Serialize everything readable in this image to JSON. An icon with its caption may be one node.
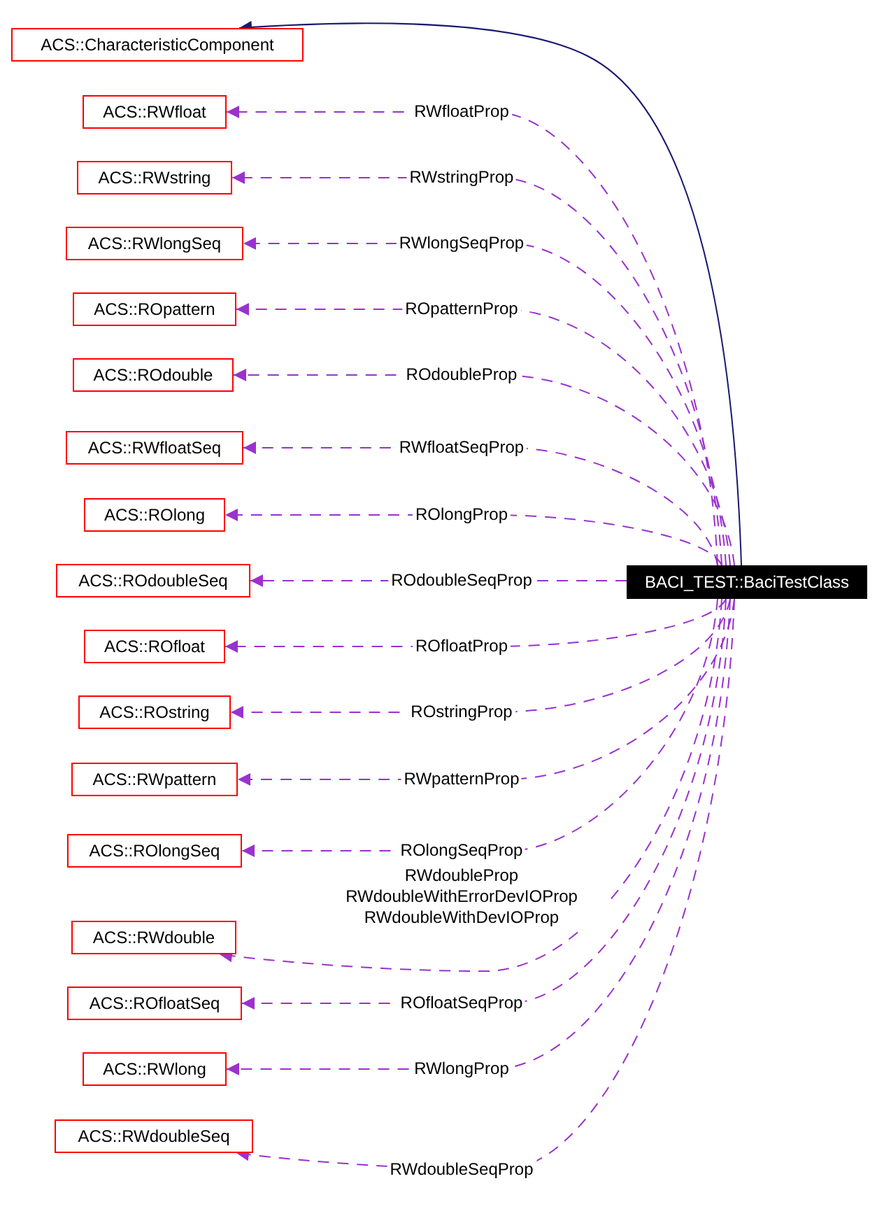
{
  "diagram": {
    "nodes": [
      {
        "text": [
          "ACS::CharacteristicComponent"
        ]
      },
      {
        "text": [
          "ACS::RWfloat"
        ]
      },
      {
        "text": [
          "ACS::RWstring"
        ]
      },
      {
        "text": [
          "ACS::RWlongSeq"
        ]
      },
      {
        "text": [
          "ACS::ROpattern"
        ]
      },
      {
        "text": [
          "ACS::ROdouble"
        ]
      },
      {
        "text": [
          "ACS::RWfloatSeq"
        ]
      },
      {
        "text": [
          "ACS::ROlong"
        ]
      },
      {
        "text": [
          "ACS::ROdoubleSeq"
        ]
      },
      {
        "text": [
          "ACS::ROfloat"
        ]
      },
      {
        "text": [
          "ACS::ROstring"
        ]
      },
      {
        "text": [
          "ACS::RWpattern"
        ]
      },
      {
        "text": [
          "ACS::ROlongSeq"
        ]
      },
      {
        "text": [
          "ACS::RWdouble"
        ]
      },
      {
        "text": [
          "ACS::ROfloatSeq"
        ]
      },
      {
        "text": [
          "ACS::RWlong"
        ]
      },
      {
        "text": [
          "ACS::RWdoubleSeq"
        ]
      },
      {
        "text": [
          "BACI_TEST::BaciTestClass"
        ]
      }
    ],
    "edges": [
      {
        "from": 17,
        "to": 0,
        "arrow": "to",
        "color": "#191970"
      },
      {
        "from": 17,
        "to": 1,
        "arrow": "to",
        "label": "RWfloatProp",
        "style": "dashed"
      },
      {
        "from": 17,
        "to": 2,
        "arrow": "to",
        "label": "RWstringProp",
        "style": "dashed"
      },
      {
        "from": 17,
        "to": 3,
        "arrow": "to",
        "label": "RWlongSeqProp",
        "style": "dashed"
      },
      {
        "from": 17,
        "to": 4,
        "arrow": "to",
        "label": "ROpatternProp",
        "style": "dashed"
      },
      {
        "from": 17,
        "to": 5,
        "arrow": "to",
        "label": "ROdoubleProp",
        "style": "dashed"
      },
      {
        "from": 17,
        "to": 6,
        "arrow": "to",
        "label": "RWfloatSeqProp",
        "style": "dashed"
      },
      {
        "from": 17,
        "to": 7,
        "arrow": "to",
        "label": "ROlongProp",
        "style": "dashed"
      },
      {
        "from": 17,
        "to": 8,
        "arrow": "to",
        "label": "ROdoubleSeqProp",
        "style": "dashed"
      },
      {
        "from": 17,
        "to": 9,
        "arrow": "to",
        "label": "ROfloatProp",
        "style": "dashed"
      },
      {
        "from": 17,
        "to": 10,
        "arrow": "to",
        "label": "ROstringProp",
        "style": "dashed"
      },
      {
        "from": 17,
        "to": 11,
        "arrow": "to",
        "label": "RWpatternProp",
        "style": "dashed"
      },
      {
        "from": 17,
        "to": 12,
        "arrow": "to",
        "label": "ROlongSeqProp",
        "style": "dashed"
      },
      {
        "from": 17,
        "to": 13,
        "arrow": "to",
        "label": "RWdoubleProp RWdoubleWithErrorDevIOProp RWdoubleWithDevIOProp",
        "style": "dashed"
      },
      {
        "from": 17,
        "to": 14,
        "arrow": "to",
        "label": "ROfloatSeqProp",
        "style": "dashed"
      },
      {
        "from": 17,
        "to": 15,
        "arrow": "to",
        "label": "RWlongProp",
        "style": "dashed"
      },
      {
        "from": 17,
        "to": 16,
        "arrow": "to",
        "label": "RWdoubleSeqProp",
        "style": "dashed"
      }
    ]
  }
}
